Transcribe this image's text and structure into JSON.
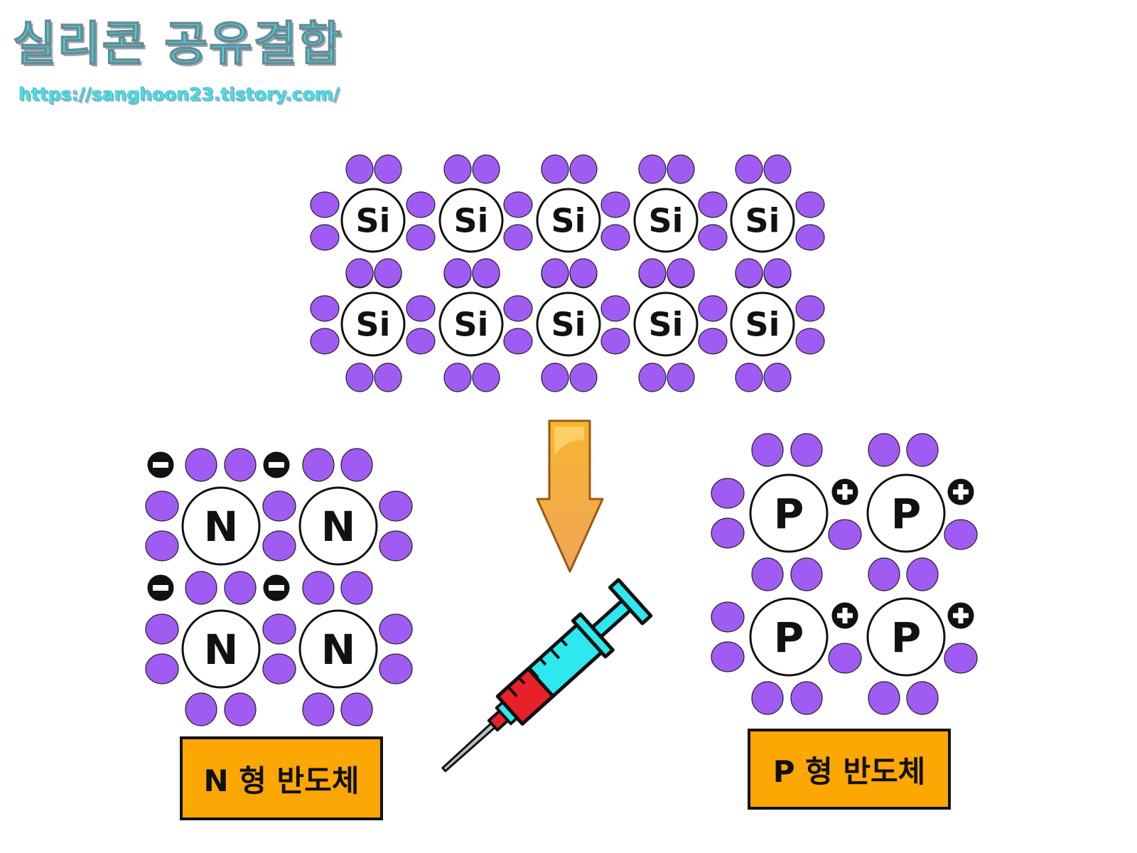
{
  "header": {
    "title": "실리콘 공유결합",
    "url": "https://sanghoon23.tistory.com/"
  },
  "atoms": {
    "silicon": "Si",
    "n_dopant": "N",
    "p_dopant": "P"
  },
  "labels": {
    "n_type": "N 형 반도체",
    "p_type": "P 형 반도체"
  },
  "symbols": {
    "free_electron": "-",
    "hole": "+"
  },
  "colors": {
    "title": "#2fe6f0",
    "electron": "#a05cf2",
    "label_box": "#fca703",
    "arrow": "#f0a030",
    "syringe_barrel": "#2ee8f0",
    "syringe_liquid": "#e8202a"
  },
  "icons": [
    "down-arrow-icon",
    "syringe-icon"
  ]
}
